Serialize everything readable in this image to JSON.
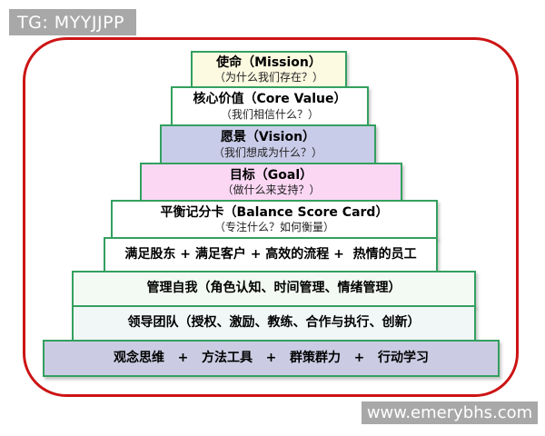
{
  "badges": {
    "top_left": "TG: MYYJJPP",
    "bottom_right": "www.emerybhs.com"
  },
  "colors": {
    "frame_red": "#cc1414",
    "box_border_green": "#33a05f",
    "badge_gray": "#a8a8a8",
    "badge_text": "#ffffff"
  },
  "pyramid": {
    "levels": [
      {
        "title": "使命（Mission）",
        "subtitle": "（为什么我们存在？）",
        "bg": "#fcfae1"
      },
      {
        "title": "核心价值（Core Value）",
        "subtitle": "（我们相信什么？）",
        "bg": "#ffffff"
      },
      {
        "title": "愿景（Vision）",
        "subtitle": "（我们想成为什么？）",
        "bg": "#c9cce8"
      },
      {
        "title": "目标（Goal）",
        "subtitle": "（做什么来支持？）",
        "bg": "#fbd7f4"
      },
      {
        "title": "平衡记分卡（Balance Score Card）",
        "subtitle": "（专注什么？如何衡量）",
        "bg": "#ffffff"
      },
      {
        "title": "满足股东 + 满足客户 + 高效的流程 +  热情的员工",
        "subtitle": "",
        "bg": "#ffffff"
      },
      {
        "title": "管理自我（角色认知、时间管理、情绪管理）",
        "subtitle": "",
        "bg": "#f3faf3"
      },
      {
        "title": "领导团队（授权、激励、教练、合作与执行、创新）",
        "subtitle": "",
        "bg": "#f1f7f7"
      },
      {
        "title": "观念思维   +   方法工具   +   群策群力   +   行动学习",
        "subtitle": "",
        "bg": "#cbcce3"
      }
    ]
  }
}
